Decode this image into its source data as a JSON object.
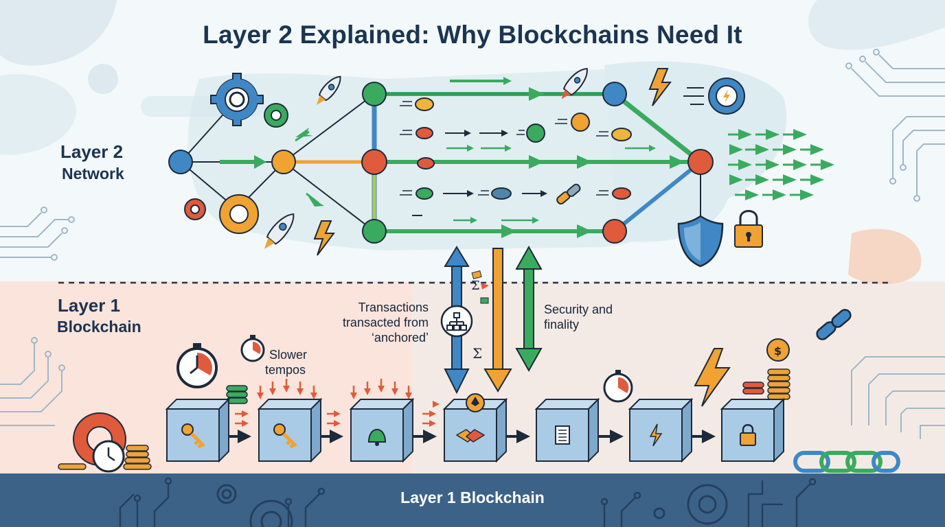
{
  "title": "Layer 2 Explained: Why Blockchains Need It",
  "layer2": {
    "line1": "Layer 2",
    "line2": "Network"
  },
  "layer1": {
    "line1": "Layer 1",
    "line2": "Blockchain"
  },
  "slow_note": {
    "line1": "Slower",
    "line2": "tempos"
  },
  "anchored_note": {
    "line1": "Transactions",
    "line2": "transacted from",
    "line3": "‘anchored’"
  },
  "security_note": {
    "line1": "Security and",
    "line2": "finality"
  },
  "base_bar": "Layer 1 Blockchain",
  "colors": {
    "network_blue": "#3f88c5",
    "network_orange": "#f0a233",
    "network_red": "#e05a3c",
    "network_green": "#3aab5e",
    "arrow_orange": "#f0a233",
    "base_bar": "#3d6288",
    "block_fill": "#a9cbe6",
    "title_text": "#1b3551"
  },
  "icons": [
    "gear-icon",
    "rocket-icon",
    "lightning-icon",
    "coin-icon",
    "ethereum-icon",
    "shield-icon",
    "padlock-icon",
    "chain-link-icon",
    "stopwatch-icon",
    "key-icon",
    "bell-icon",
    "handshake-icon",
    "document-icon",
    "hierarchy-icon",
    "sigma-icon",
    "coin-stack-icon"
  ],
  "layer1_blocks": [
    "key",
    "key",
    "bell",
    "handshake",
    "document",
    "lightning",
    "padlock"
  ]
}
